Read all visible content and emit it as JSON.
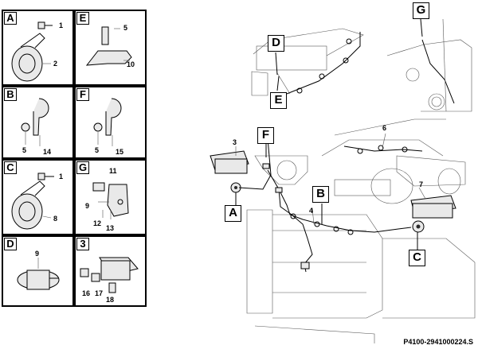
{
  "cells": [
    {
      "id": "A",
      "letter": "A",
      "numbers": [
        "1",
        "2"
      ]
    },
    {
      "id": "E",
      "letter": "E",
      "numbers": [
        "5",
        "10"
      ]
    },
    {
      "id": "B",
      "letter": "B",
      "numbers": [
        "5",
        "14"
      ]
    },
    {
      "id": "F",
      "letter": "F",
      "numbers": [
        "5",
        "15"
      ]
    },
    {
      "id": "C",
      "letter": "C",
      "numbers": [
        "1",
        "8"
      ]
    },
    {
      "id": "G",
      "letter": "G",
      "numbers": [
        "11",
        "9",
        "12",
        "13"
      ]
    },
    {
      "id": "D",
      "letter": "D",
      "numbers": [
        "9"
      ]
    },
    {
      "id": "3",
      "letter": "3",
      "numbers": [
        "16",
        "17",
        "18"
      ]
    }
  ],
  "callouts": {
    "D": "D",
    "E": "E",
    "G": "G",
    "F": "F",
    "B": "B",
    "A": "A",
    "C": "C"
  },
  "main_numbers": {
    "n3": "3",
    "n6": "6",
    "n7": "7",
    "n4": "4"
  },
  "footer": "P4100-2941000224.S"
}
